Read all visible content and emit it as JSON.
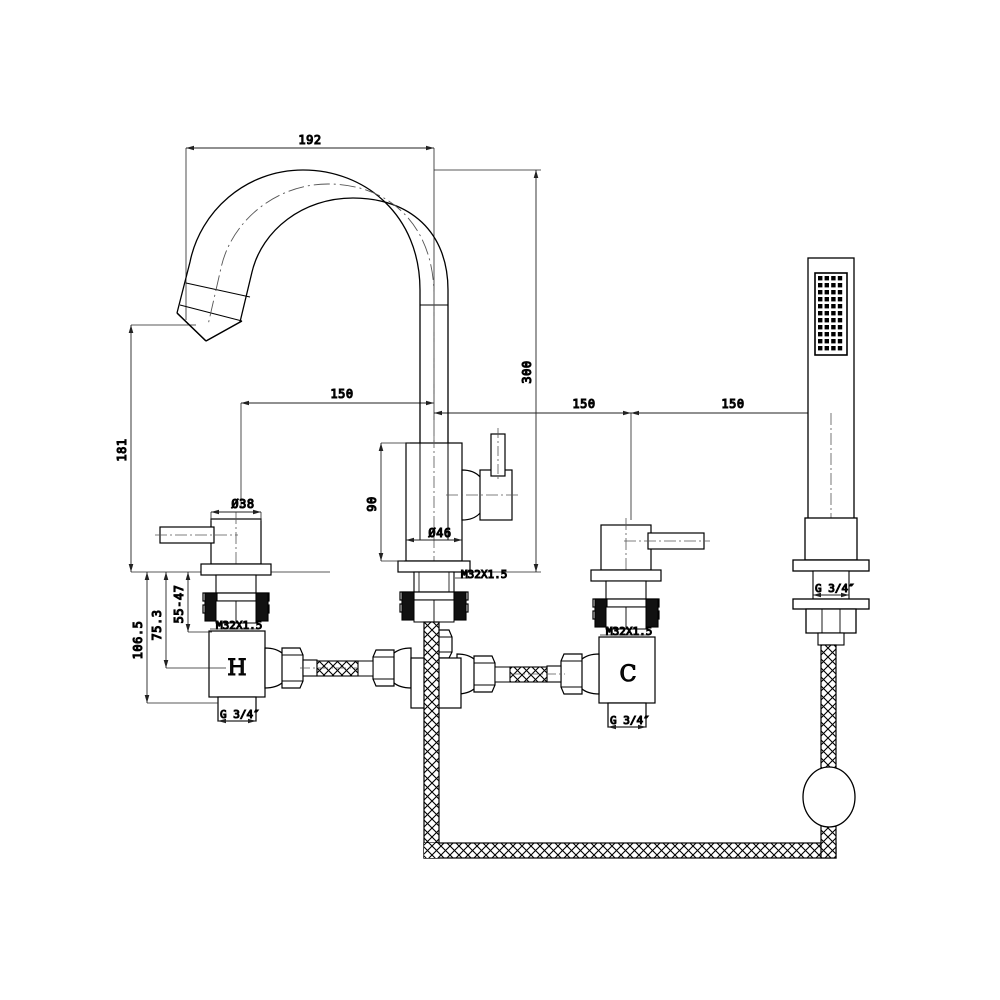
{
  "drawing": {
    "type": "engineering-line-drawing",
    "subject": "4-hole deck mounted bath mixer tap with handshower",
    "background_color": "#ffffff",
    "line_color": "#000000",
    "dim_text_color": "#333333",
    "units": "mm"
  },
  "dimensions": {
    "spout_reach": "192",
    "spout_height": "300",
    "spout_tip_height": "181",
    "spacing_left": "150",
    "spacing_center": "150",
    "spacing_right": "150",
    "handle_diameter": "Ø38",
    "spout_body_diameter": "Ø46",
    "diverter_height": "90",
    "valve_total_height": "106.5",
    "valve_mid_height": "75.3",
    "deck_thickness_range": "55-47"
  },
  "labels": {
    "thread_spout": "M32X1.5",
    "thread_left_valve": "M32X1.5",
    "thread_right_valve": "M32X1.5",
    "inlet_left": "G 3/4″",
    "inlet_right": "G 3/4″",
    "inlet_handshower": "G 3/4″",
    "hot_marker": "H",
    "cold_marker": "C"
  },
  "components": {
    "spout": "gooseneck-spout",
    "left_valve": "hot-water-valve",
    "right_valve": "cold-water-valve",
    "diverter": "diverter-lever",
    "handshower": "handshower-wand",
    "hose": "braided-flexible-hose",
    "weight": "hose-weight"
  }
}
